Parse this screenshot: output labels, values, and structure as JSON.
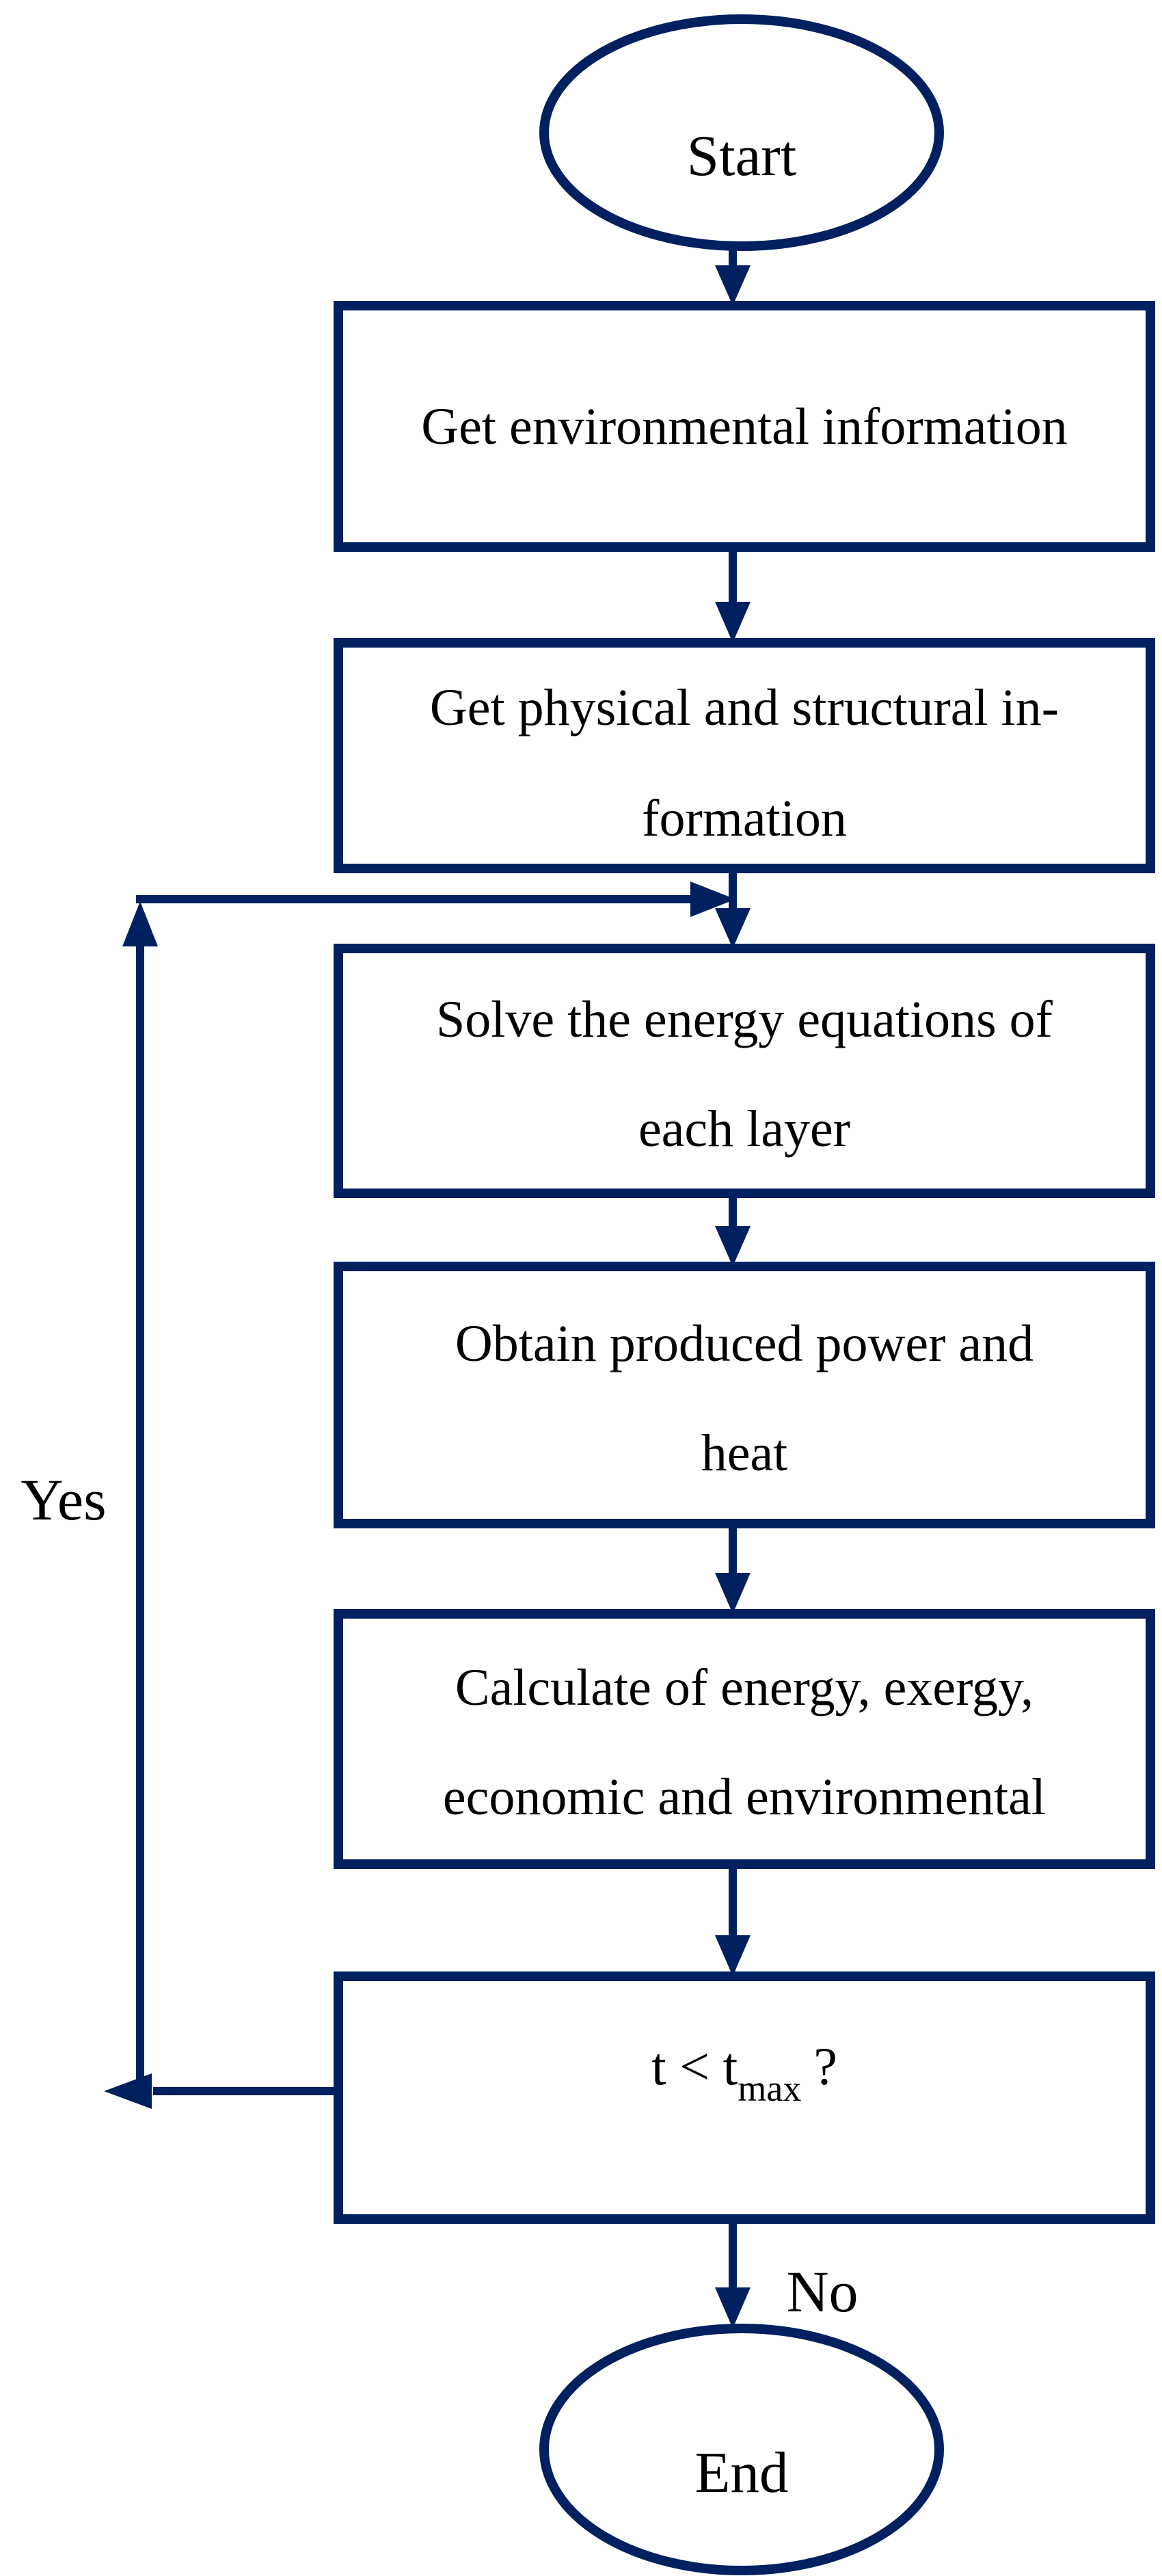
{
  "diagram": {
    "type": "flowchart",
    "background_color": "#ffffff",
    "line_color": "#002060",
    "text_color": "#000000",
    "nodes": {
      "start": {
        "shape": "terminator",
        "label": "Start"
      },
      "get_environmental": {
        "shape": "process",
        "line1": "Get environmental information"
      },
      "get_physical": {
        "shape": "process",
        "line1": "Get physical and structural in-",
        "line2": "formation"
      },
      "solve_energy": {
        "shape": "process",
        "line1": "Solve the energy equations of",
        "line2": "each layer"
      },
      "obtain_power": {
        "shape": "process",
        "line1": "Obtain produced power and",
        "line2": "heat"
      },
      "calculate_4e": {
        "shape": "process",
        "line1": "Calculate of energy, exergy,",
        "line2": "economic and environmental"
      },
      "decision": {
        "shape": "process",
        "pre": "t < t",
        "sub": "max",
        "post": "?"
      },
      "end": {
        "shape": "terminator",
        "label": "End"
      }
    },
    "edges": {
      "yes_label": "Yes",
      "no_label": "No"
    }
  }
}
